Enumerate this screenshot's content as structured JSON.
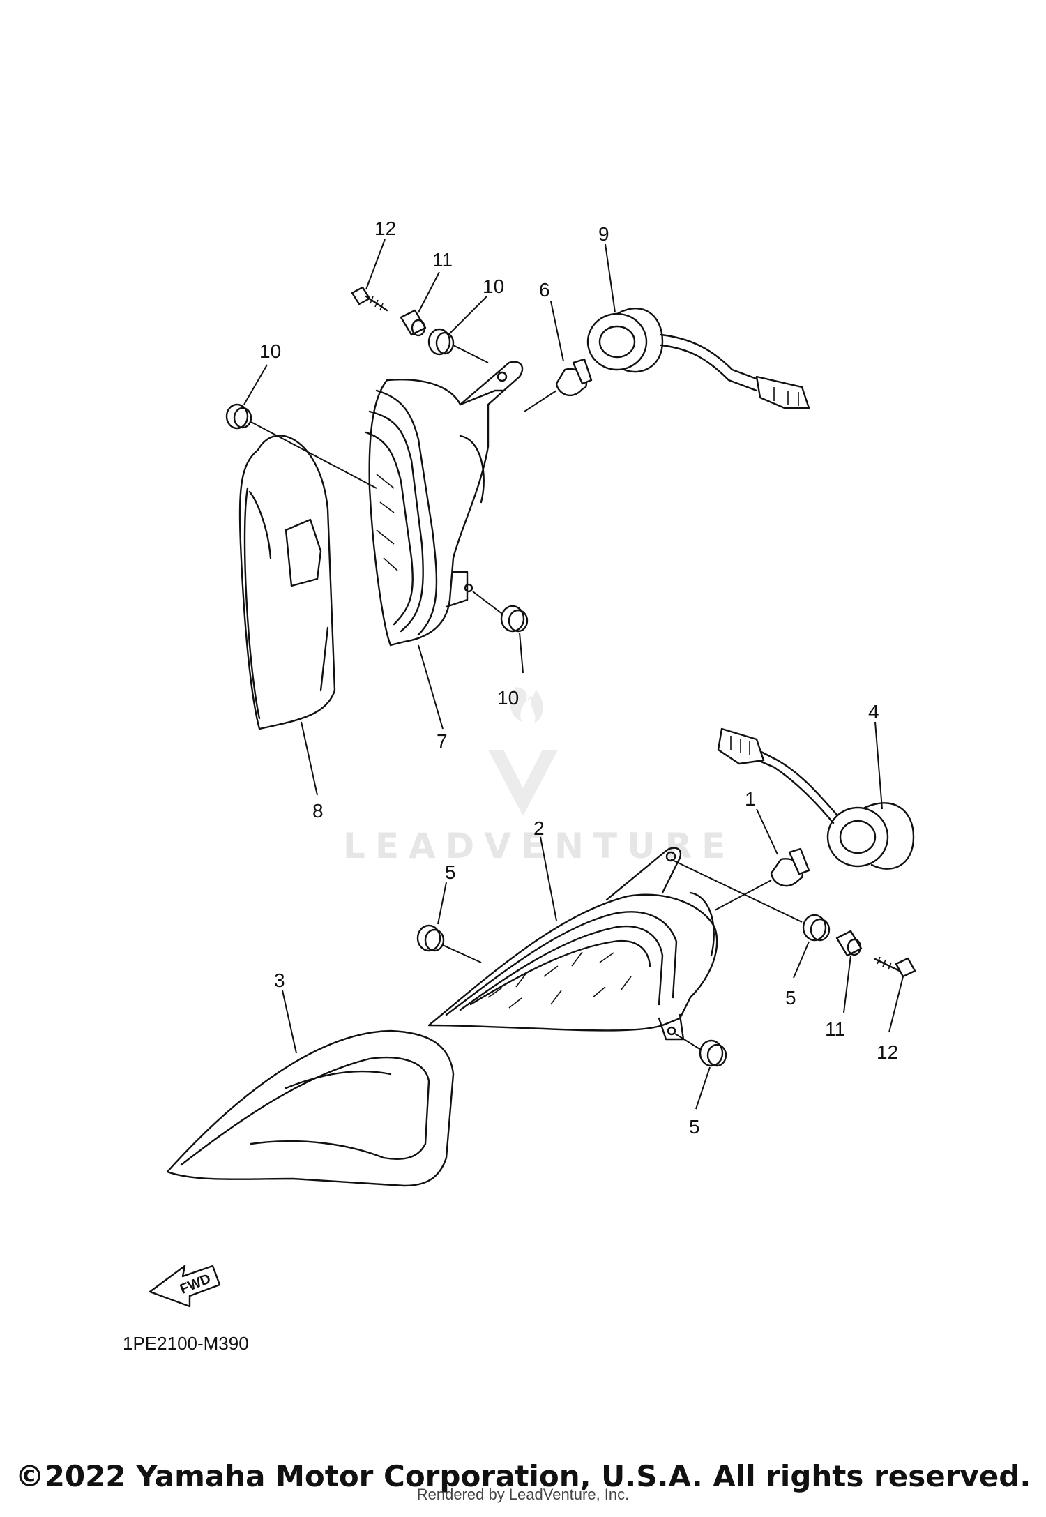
{
  "diagram": {
    "callouts": {
      "p1": "1",
      "p2": "2",
      "p3": "3",
      "p4": "4",
      "p5a": "5",
      "p5b": "5",
      "p5c": "5",
      "p6": "6",
      "p7": "7",
      "p8": "8",
      "p9": "9",
      "p10a": "10",
      "p10b": "10",
      "p10c": "10",
      "p11a": "11",
      "p11b": "11",
      "p12a": "12",
      "p12b": "12"
    },
    "fwd_label": "FWD",
    "drawing_code": "1PE2100-M390",
    "watermark": "LEADVENTURE"
  },
  "footer": {
    "copyright": "©2022 Yamaha Motor Corporation, U.S.A. All rights reserved.",
    "rendered_by": "Rendered by LeadVenture, Inc."
  }
}
